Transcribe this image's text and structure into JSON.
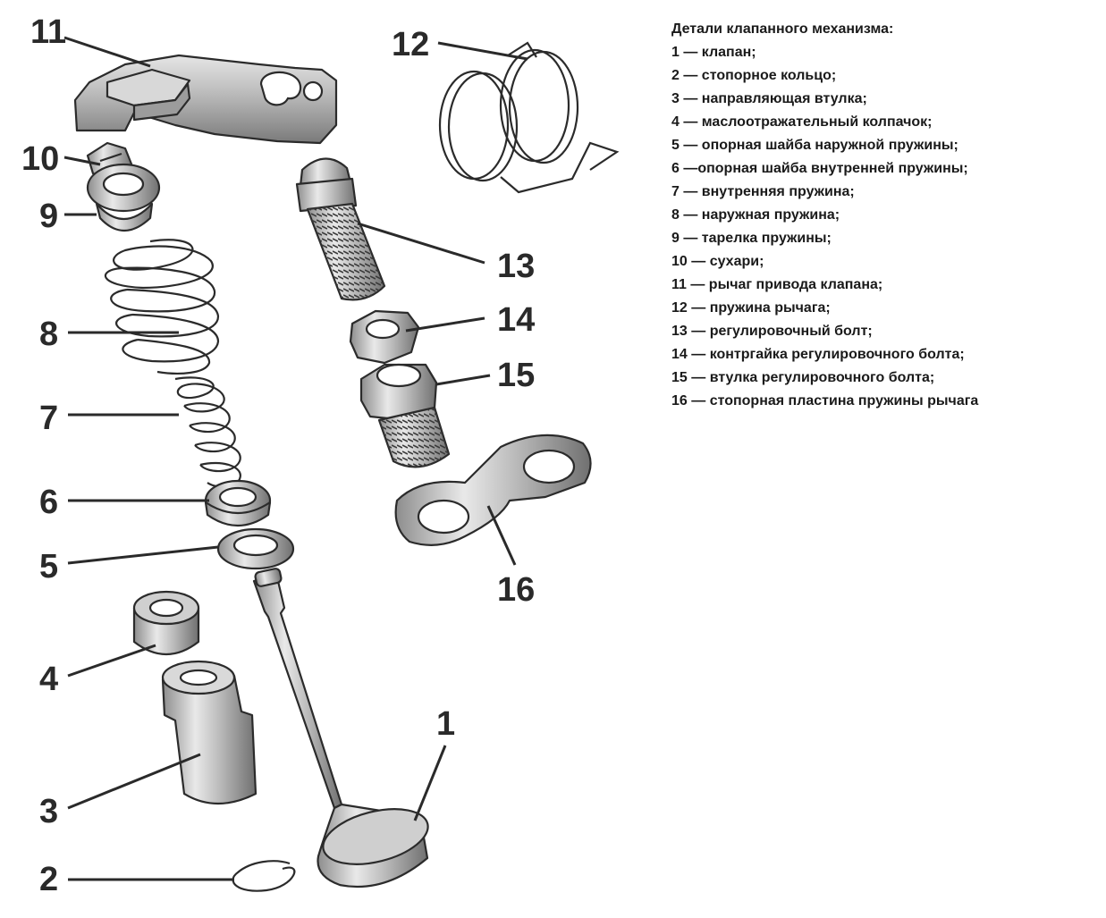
{
  "callouts": [
    "1",
    "2",
    "3",
    "4",
    "5",
    "6",
    "7",
    "8",
    "9",
    "10",
    "11",
    "12",
    "13",
    "14",
    "15",
    "16"
  ],
  "legend": {
    "title": "Детали клапанного механизма:",
    "items": [
      "1 — клапан;",
      "2 — стопорное кольцо;",
      "3 — направляющая втулка;",
      "4 — маслоотражательный колпачок;",
      "5 — опорная шайба наружной пружины;",
      "6 —опорная шайба внутренней пружины;",
      "7 — внутренняя пружина;",
      "8 — наружная пружина;",
      "9 — тарелка пружины;",
      "10 — сухари;",
      "11 — рычаг привода клапана;",
      "12 — пружина рычага;",
      "13 — регулировочный болт;",
      "14 — контргайка регулировочного болта;",
      "15 — втулка регулировочного болта;",
      "16 — стопорная пластина пружины рычага"
    ]
  }
}
